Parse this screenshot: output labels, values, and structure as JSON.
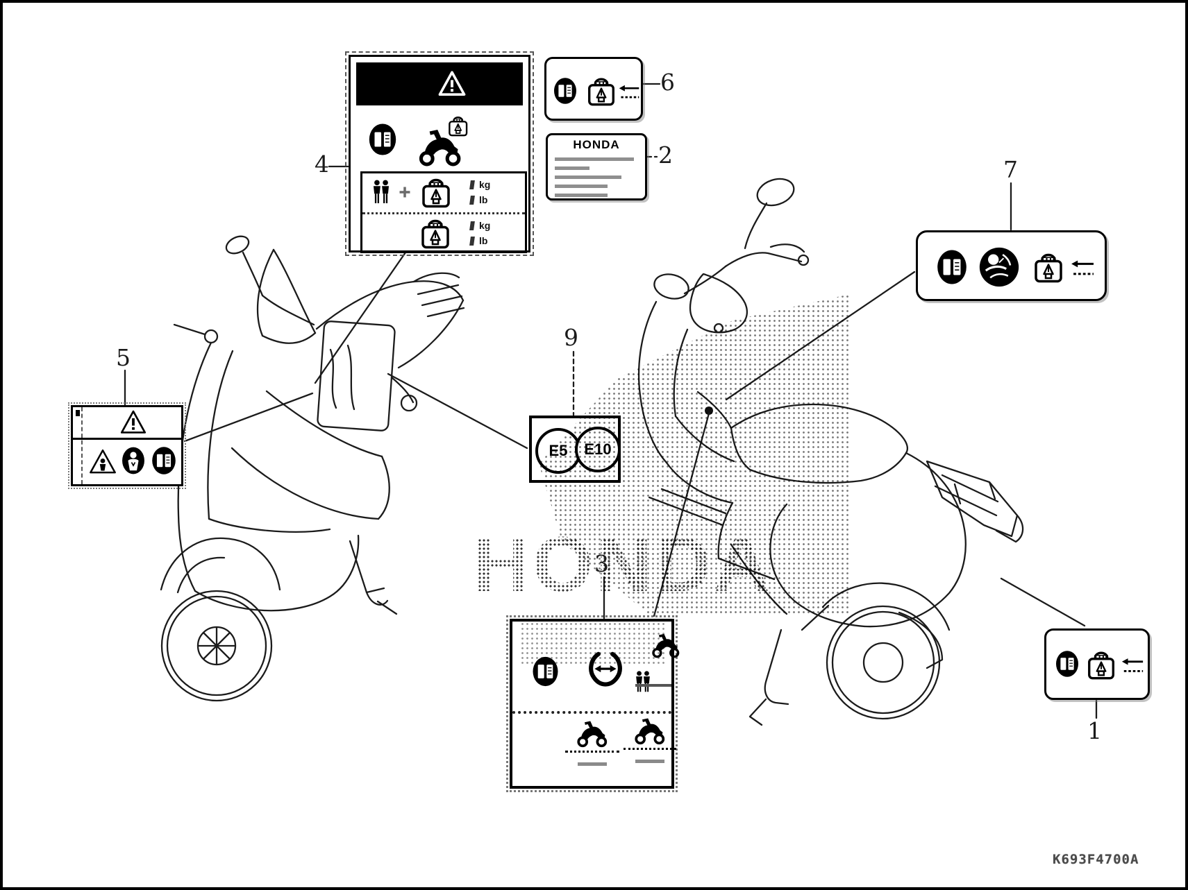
{
  "diagram": {
    "code": "K693F4700A",
    "watermark": "HONDA"
  },
  "callouts": [
    {
      "num": "1"
    },
    {
      "num": "2"
    },
    {
      "num": "3"
    },
    {
      "num": "4"
    },
    {
      "num": "5"
    },
    {
      "num": "6"
    },
    {
      "num": "7"
    },
    {
      "num": "9"
    }
  ],
  "labels": {
    "honda_card": {
      "brand": "HONDA"
    },
    "loading_label": {
      "row1_unit_mass": "kg",
      "row1_unit_weight": "lb",
      "row2_unit_mass": "kg",
      "row2_unit_weight": "lb"
    },
    "fuel_label": {
      "option1": "E5",
      "option2": "E10"
    }
  }
}
